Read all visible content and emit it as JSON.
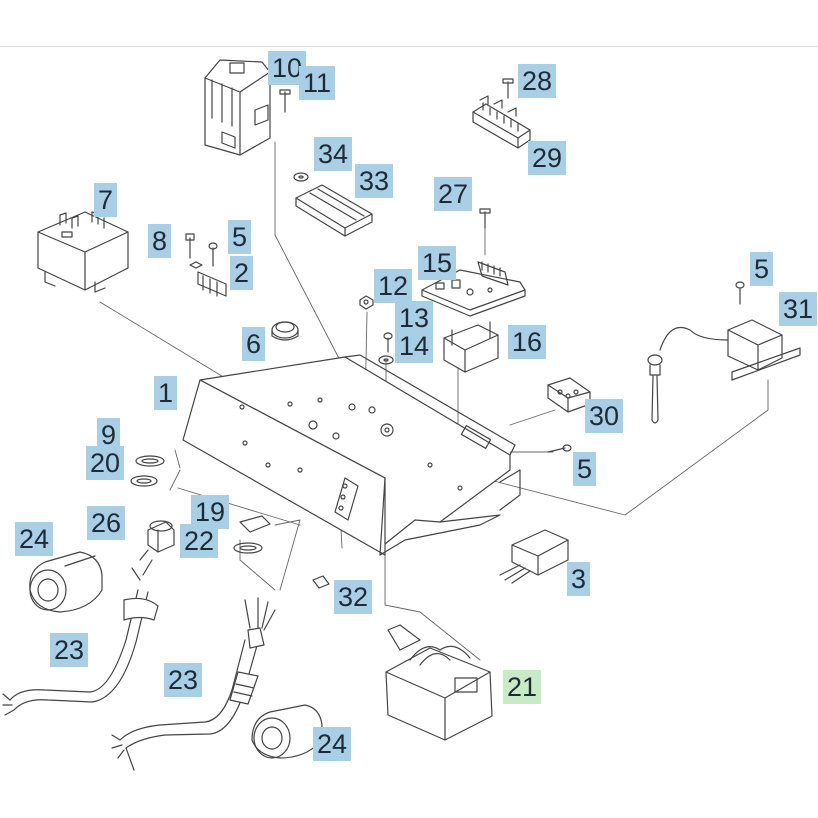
{
  "labels": {
    "p1": "1",
    "p2": "2",
    "p3": "3",
    "p5a": "5",
    "p5b": "5",
    "p5c": "5",
    "p6": "6",
    "p7": "7",
    "p8": "8",
    "p9": "9",
    "p10": "10",
    "p11": "11",
    "p12": "12",
    "p13": "13",
    "p14": "14",
    "p15": "15",
    "p16": "16",
    "p19": "19",
    "p20": "20",
    "p21": "21",
    "p22": "22",
    "p23a": "23",
    "p23b": "23",
    "p24a": "24",
    "p24b": "24",
    "p26": "26",
    "p27": "27",
    "p28": "28",
    "p29": "29",
    "p30": "30",
    "p31": "31",
    "p32": "32",
    "p33": "33",
    "p34": "34"
  },
  "colors": {
    "label_bg": "#a9cfe6",
    "label_highlight_bg": "#c8ebc6",
    "label_text": "#1f2a36",
    "line": "#444444"
  },
  "highlighted_part": "21"
}
